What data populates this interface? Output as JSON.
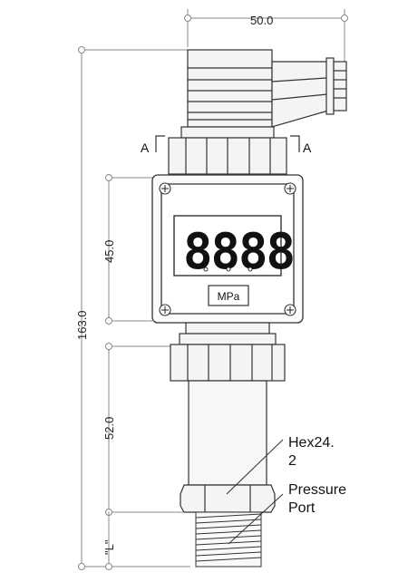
{
  "dimensions": {
    "width_top": "50.0",
    "overall_height": "163.0",
    "display_height": "45.0",
    "stem_height": "52.0",
    "thread_length": "\"L\""
  },
  "section_marks": {
    "left": "A",
    "right": "A"
  },
  "display": {
    "digits": "8888",
    "unit": "MPa"
  },
  "callouts": {
    "hex_line1": "Hex24.",
    "hex_line2": "2",
    "port_line1": "Pressure",
    "port_line2": "Port"
  },
  "colors": {
    "outline": "#333333",
    "dim_line": "#888888",
    "fill_light": "#f4f4f4"
  }
}
